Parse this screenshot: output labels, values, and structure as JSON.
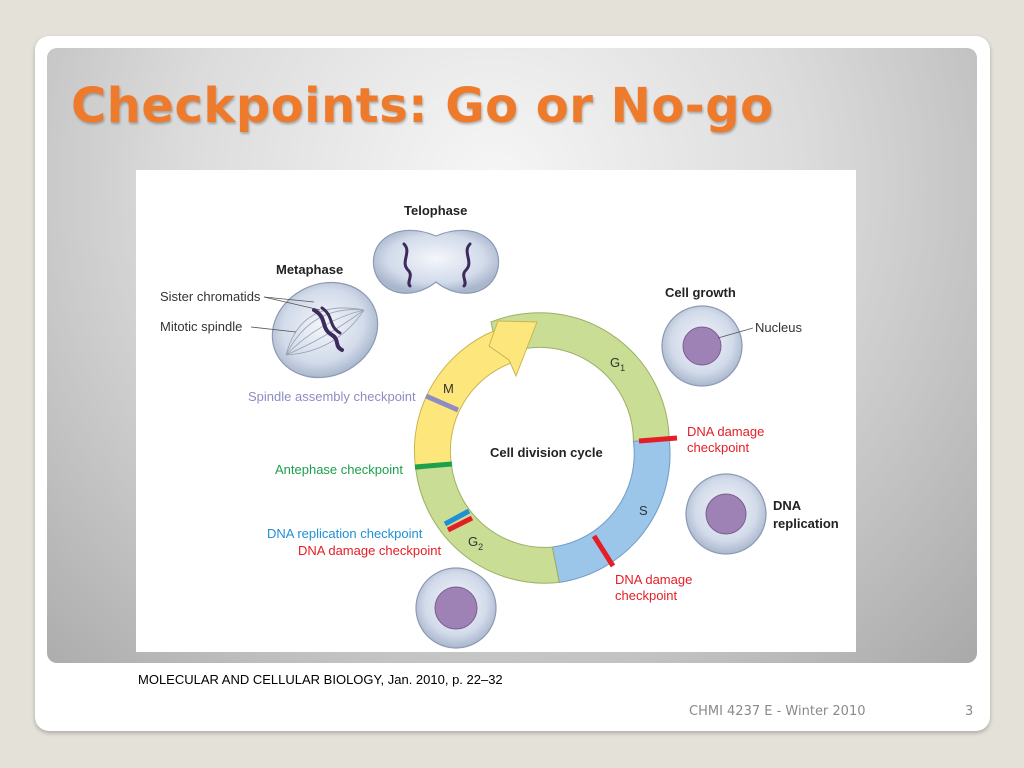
{
  "slide": {
    "title": "Checkpoints: Go or No-go",
    "citation": "MOLECULAR AND CELLULAR BIOLOGY, Jan. 2010, p. 22–32",
    "footer": "CHMI 4237 E - Winter 2010",
    "page_number": "3"
  },
  "diagram": {
    "center_label": "Cell division cycle",
    "phases": {
      "m": "M",
      "g1": "G",
      "g1_sub": "1",
      "s": "S",
      "g2": "G",
      "g2_sub": "2"
    },
    "stages": {
      "telophase": "Telophase",
      "metaphase": "Metaphase",
      "cell_growth": "Cell growth",
      "dna_replication_1": "DNA",
      "dna_replication_2": "replication"
    },
    "parts": {
      "sister_chromatids": "Sister chromatids",
      "mitotic_spindle": "Mitotic spindle",
      "nucleus": "Nucleus"
    },
    "checkpoints": {
      "spindle_assembly": "Spindle assembly checkpoint",
      "antephase": "Antephase checkpoint",
      "dna_replication": "DNA replication checkpoint",
      "dna_damage_g2": "DNA damage checkpoint",
      "dna_damage_g1_1": "DNA damage",
      "dna_damage_g1_2": "checkpoint",
      "dna_damage_s_1": "DNA damage",
      "dna_damage_s_2": "checkpoint"
    },
    "colors": {
      "g1": "#c9de94",
      "s": "#9cc5ea",
      "g2": "#c9de94",
      "m": "#fde77c",
      "red": "#e41e26",
      "green": "#1aa14a",
      "blue": "#1f8fd6",
      "violet": "#8e8cc0",
      "cell": "#d5deed",
      "nucleus": "#9f82b5"
    }
  }
}
